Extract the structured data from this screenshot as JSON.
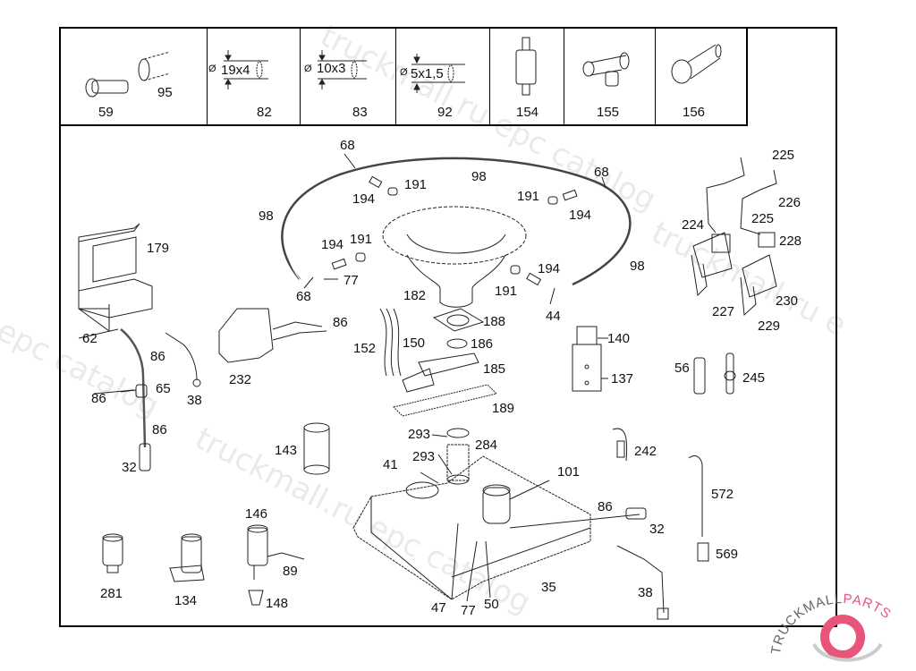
{
  "header_cells": [
    {
      "ref": "59"
    },
    {
      "ref": "95"
    },
    {
      "ref": "82",
      "dimension": "19x4"
    },
    {
      "ref": "83",
      "dimension": "10x3"
    },
    {
      "ref": "92",
      "dimension": "5x1,5"
    },
    {
      "ref": "154"
    },
    {
      "ref": "155"
    },
    {
      "ref": "156"
    }
  ],
  "diameter_symbol": "Ø",
  "callouts": {
    "c68a": "68",
    "c98a": "98",
    "c68b": "68",
    "c194a": "194",
    "c191a": "191",
    "c191b": "191",
    "c194b": "194",
    "c98b": "98",
    "c225a": "225",
    "c226": "226",
    "c224": "224",
    "c225b": "225",
    "c228": "228",
    "c179": "179",
    "c194c": "194",
    "c191c": "191",
    "c77a": "77",
    "c68c": "68",
    "c182": "182",
    "c194d": "194",
    "c191d": "191",
    "c98c": "98",
    "c44": "44",
    "c227": "227",
    "c230": "230",
    "c229": "229",
    "c62": "62",
    "c86a": "86",
    "c188": "188",
    "c186": "186",
    "c152": "152",
    "c150": "150",
    "c140": "140",
    "c86b": "86",
    "c56": "56",
    "c245": "245",
    "c185": "185",
    "c137": "137",
    "c232": "232",
    "c38a": "38",
    "c65": "65",
    "c86c": "86",
    "c189": "189",
    "c86d": "86",
    "c293a": "293",
    "c284": "284",
    "c143": "143",
    "c242": "242",
    "c32a": "32",
    "c41": "41",
    "c293b": "293",
    "c101": "101",
    "c572": "572",
    "c146": "146",
    "c86e": "86",
    "c32b": "32",
    "c569": "569",
    "c89": "89",
    "c281": "281",
    "c134": "134",
    "c148": "148",
    "c35": "35",
    "c38b": "38",
    "c47": "47",
    "c77b": "77",
    "c50": "50"
  },
  "watermarks": {
    "w1": "truckmall.ru epc catalog",
    "w2": "truckmall.ru epc catalog",
    "w3": "l epc catalog",
    "w4": "truckmall.ru e"
  },
  "logo": {
    "text_left": "TRUCKMALL",
    "text_right": "PARTS",
    "accent_color": "#e8557a"
  }
}
